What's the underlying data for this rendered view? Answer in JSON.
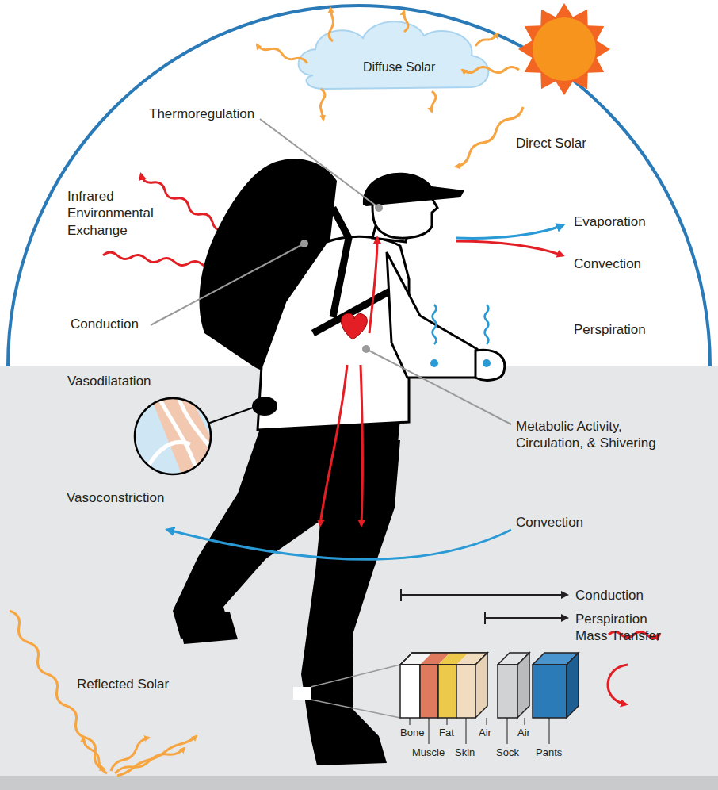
{
  "diagram": {
    "labels": [
      "Diffuse Solar",
      "Thermoregulation",
      "Direct Solar",
      "Infrared Environmental Exchange",
      "Evaporation",
      "Convection",
      "Conduction",
      "Perspiration",
      "Vasodilatation",
      "Metabolic Activity, Circulation, & Shivering",
      "Vasoconstriction",
      "Convection",
      "Conduction",
      "Perspiration Mass Transfer",
      "Reflected Solar",
      "Bone",
      "Muscle",
      "Fat",
      "Skin",
      "Air",
      "Sock",
      "Air",
      "Pants"
    ]
  }
}
